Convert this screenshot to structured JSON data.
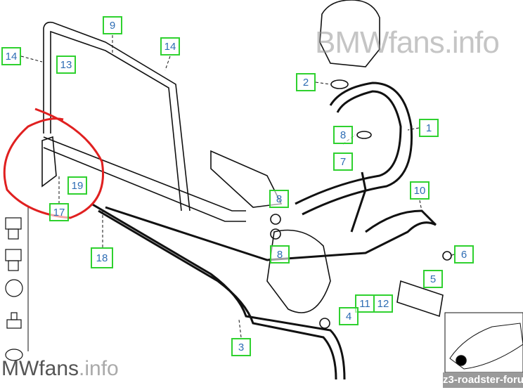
{
  "diagram": {
    "title": "Power steering hydraulic lines",
    "callouts": [
      "9",
      "14",
      "13",
      "14",
      "2",
      "1",
      "8",
      "7",
      "19",
      "10",
      "8",
      "17",
      "8",
      "18",
      "6",
      "5",
      "11",
      "12",
      "4",
      "3"
    ],
    "colors": {
      "callout_border": "#2fd12f",
      "callout_text": "#2e6db4",
      "annotation": "#e02020"
    }
  },
  "watermarks": {
    "top": "BMWfans.info",
    "bottom_left_main": "MWfans",
    "bottom_left_suffix": ".info",
    "bottom_right": "z3-roadster-forum.de"
  }
}
